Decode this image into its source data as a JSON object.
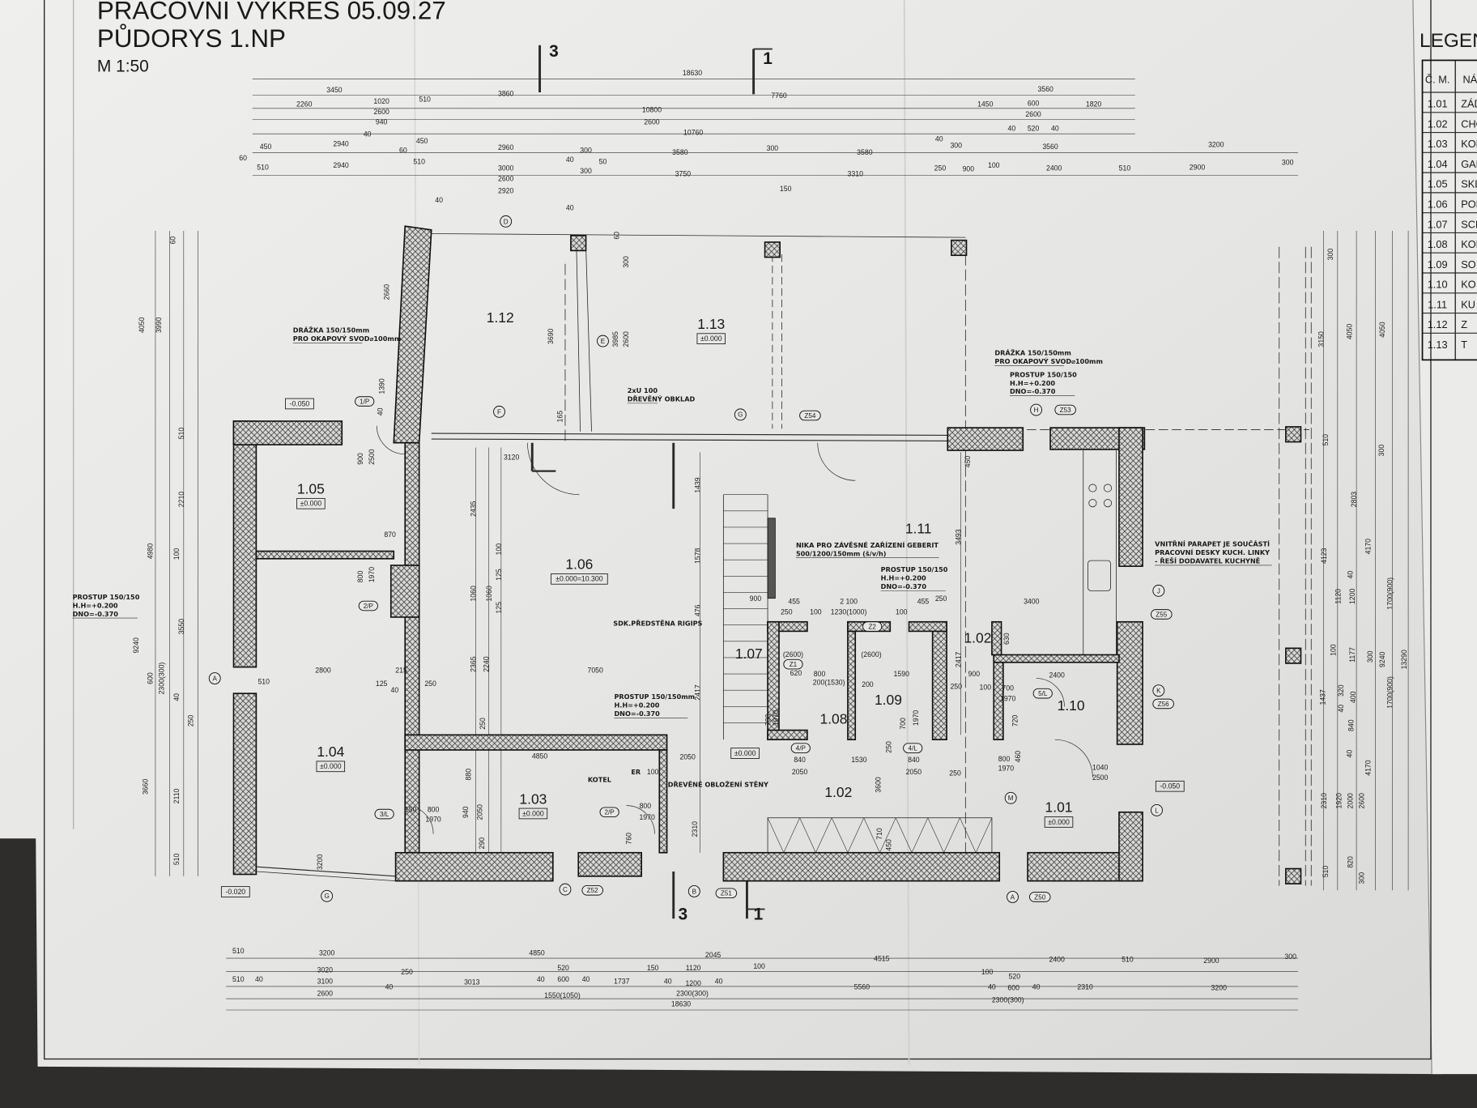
{
  "title": {
    "line1": "PRACOVNÍ VÝKRES 05.09.27",
    "line2": "PŮDORYS 1.NP",
    "scale": "M 1:50"
  },
  "legend": {
    "title": "LEGEND",
    "header": [
      "Č. M.",
      "NÁ"
    ],
    "rows": [
      [
        "1.01",
        "ZÁD"
      ],
      [
        "1.02",
        "CHO"
      ],
      [
        "1.03",
        "KOM"
      ],
      [
        "1.04",
        "GAR"
      ],
      [
        "1.05",
        "SKL"
      ],
      [
        "1.06",
        "POK"
      ],
      [
        "1.07",
        "SCH"
      ],
      [
        "1.08",
        "KOM"
      ],
      [
        "1.09",
        "SO"
      ],
      [
        "1.10",
        "KO"
      ],
      [
        "1.11",
        "KU"
      ],
      [
        "1.12",
        "Z"
      ],
      [
        "1.13",
        "T"
      ]
    ]
  },
  "rooms": [
    {
      "id": "1.12",
      "level": ""
    },
    {
      "id": "1.13",
      "level": "±0.000"
    },
    {
      "id": "1.05",
      "level": "±0.000"
    },
    {
      "id": "1.06",
      "level": "±0.000=10.300"
    },
    {
      "id": "1.11",
      "level": ""
    },
    {
      "id": "1.07",
      "level": ""
    },
    {
      "id": "1.02",
      "level": ""
    },
    {
      "id": "1.02",
      "level": ""
    },
    {
      "id": "1.08",
      "level": ""
    },
    {
      "id": "1.09",
      "level": ""
    },
    {
      "id": "1.10",
      "level": ""
    },
    {
      "id": "1.04",
      "level": "±0.000"
    },
    {
      "id": "1.03",
      "level": "±0.000"
    },
    {
      "id": "1.01",
      "level": "±0.000"
    }
  ],
  "levels": [
    "-0.050",
    "-0.050",
    "-0.020",
    "±0.000"
  ],
  "notes": [
    [
      "DRÁŽKA 150/150mm",
      "PRO OKAPOVÝ SVOD⌀100mm"
    ],
    [
      "2xU 100",
      "DŘEVĚNÝ OBKLAD"
    ],
    [
      "DRÁŽKA 150/150mm",
      "PRO OKAPOVÝ SVOD⌀100mm"
    ],
    [
      "PROSTUP 150/150",
      "H.H=+0.200",
      "DNO=-0.370"
    ],
    [
      "PROSTUP 150/150",
      "H.H=+0.200",
      "DNO=-0.370"
    ],
    [
      "NIKA PRO ZÁVĚSNÉ ZAŘÍZENÍ GEBERIT",
      "500/1200/150mm (š/v/h)"
    ],
    [
      "PROSTUP 150/150",
      "H.H=+0.200",
      "DNO=-0.370"
    ],
    [
      "SDK.PŘEDSTĚNA RIGIPS"
    ],
    [
      "PROSTUP 150/150mm",
      "H.H=+0.200",
      "DNO=-0.370"
    ],
    [
      "DŘEVĚNÉ OBLOŽENÍ STĚNY"
    ],
    [
      "VNITŘNÍ PARAPET JE SOUČÁSTÍ",
      "PRACOVNÍ DESKY KUCH. LINKY",
      "- ŘEŠÍ DODAVATEL KUCHYNĚ"
    ],
    [
      "KOTEL"
    ],
    [
      "ER"
    ]
  ],
  "grid_axes": [
    "A",
    "A",
    "B",
    "C",
    "D",
    "E",
    "F",
    "G",
    "G",
    "H",
    "J",
    "K",
    "L",
    "M"
  ],
  "tags": [
    "Z51",
    "Z52",
    "Z50",
    "Z53",
    "Z54",
    "Z55",
    "Z56"
  ],
  "door_tags": [
    "1/P",
    "2/P",
    "3/L",
    "2/P",
    "4/P",
    "4/L",
    "5/L",
    "Z1",
    "Z2"
  ],
  "section_marks": [
    "3",
    "1",
    "3",
    "1"
  ],
  "dims": {
    "top": [
      "18630",
      "3450",
      "3860",
      "7760",
      "3560",
      "2260",
      "1020",
      "510",
      "10800",
      "1450",
      "600",
      "1820",
      "2600",
      "940",
      "40",
      "2600",
      "2600",
      "520",
      "40",
      "40",
      "10760",
      "2940",
      "450",
      "450",
      "40",
      "300",
      "2960",
      "300",
      "3580",
      "300",
      "3580",
      "3560",
      "3200",
      "60",
      "60",
      "510",
      "2940",
      "510",
      "40",
      "50",
      "3000",
      "300",
      "3750",
      "3310",
      "250",
      "900",
      "100",
      "2400",
      "510",
      "2900",
      "300",
      "2600",
      "2920",
      "150",
      "40",
      "40"
    ],
    "bottom": [
      "510",
      "3200",
      "4850",
      "2045",
      "4515",
      "2400",
      "510",
      "2900",
      "300",
      "3020",
      "250",
      "520",
      "150",
      "1120",
      "100",
      "100",
      "520",
      "510",
      "40",
      "3100",
      "40",
      "3013",
      "40",
      "600",
      "40",
      "1737",
      "40",
      "1200",
      "40",
      "5560",
      "40",
      "600",
      "40",
      "2310",
      "3200",
      "2600",
      "1550(1050)",
      "2300(300)",
      "2300(300)",
      "18630"
    ],
    "vertical": [
      "4050",
      "3990",
      "60",
      "9240",
      "4980",
      "510",
      "2210",
      "100",
      "3550",
      "600",
      "2300(300)",
      "40",
      "250",
      "3660",
      "2110",
      "510",
      "2660",
      "1390",
      "40",
      "900",
      "2500",
      "800",
      "1970",
      "3690",
      "3985",
      "2600",
      "60",
      "300",
      "165",
      "1439",
      "1578",
      "476",
      "2417",
      "2435",
      "1060",
      "2365",
      "100",
      "125",
      "1060",
      "125",
      "2240",
      "250",
      "880",
      "940",
      "2050",
      "290",
      "760",
      "2310",
      "3493",
      "450",
      "2417",
      "630",
      "720",
      "460",
      "3600",
      "710",
      "450",
      "250",
      "3200",
      "300",
      "3150",
      "4050",
      "4050",
      "510",
      "300",
      "2803",
      "4123",
      "4170",
      "1120",
      "1200",
      "40",
      "1700(900)",
      "100",
      "1177",
      "300",
      "9240",
      "1437",
      "320",
      "40",
      "400",
      "1700(900)",
      "840",
      "40",
      "4170",
      "2310",
      "1920",
      "2000",
      "2600",
      "820",
      "510",
      "300",
      "13290"
    ],
    "interior": [
      "3120",
      "870",
      "2800",
      "510",
      "125",
      "7050",
      "250",
      "4850",
      "100",
      "2050",
      "900",
      "455",
      "250",
      "100",
      "2 100",
      "1230(1000)",
      "100",
      "455",
      "250",
      "3400",
      "2400",
      "900",
      "100",
      "250",
      "620",
      "800",
      "200(1530)",
      "1590",
      "200",
      "840",
      "2050",
      "1530",
      "840",
      "2050",
      "250",
      "40",
      "215",
      "800",
      "1970",
      "700",
      "1970",
      "800",
      "1970",
      "800",
      "1970",
      "1040",
      "2500",
      "700",
      "1970",
      "700",
      "1970",
      "(2600)",
      "(2600)",
      "150"
    ]
  }
}
